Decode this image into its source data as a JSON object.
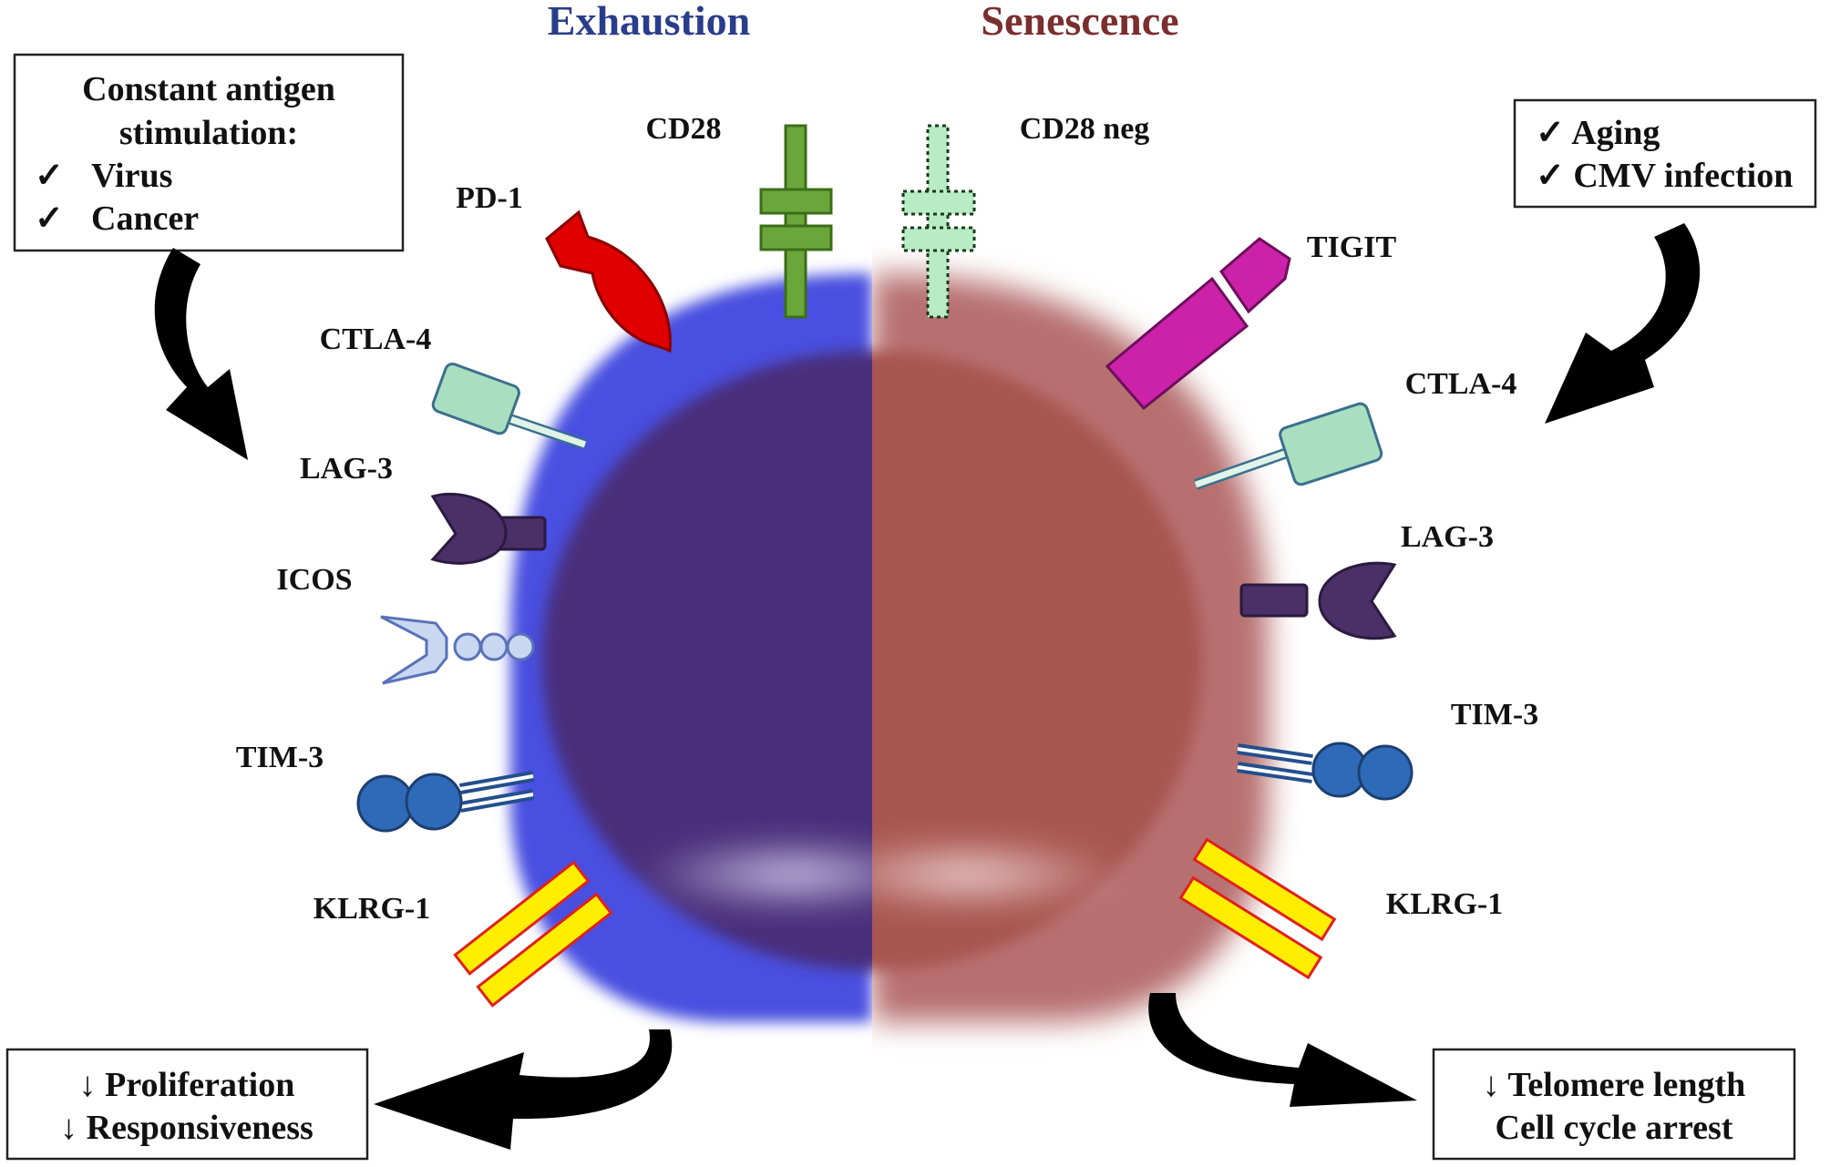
{
  "titles": {
    "left": "Exhaustion",
    "right": "Senescence",
    "left_color": "#2a3d8c",
    "right_color": "#7a2e2e"
  },
  "colors": {
    "exhaustion_outer": "#4a4fe0",
    "exhaustion_nucleus": "#4a2f7a",
    "senescence_outer": "#b77070",
    "senescence_nucleus": "#a8554f"
  },
  "boxes": {
    "cause_left": {
      "line1": "Constant antigen",
      "line2": "stimulation:",
      "check": "✓",
      "item1": "Virus",
      "item2": "Cancer"
    },
    "cause_right": {
      "item1": "✓ Aging",
      "item2": "✓ CMV infection"
    },
    "outcome_left": {
      "line1": "↓ Proliferation",
      "line2": "↓ Responsiveness"
    },
    "outcome_right": {
      "line1": "↓ Telomere length",
      "line2": "Cell cycle arrest"
    }
  },
  "receptors": {
    "left": {
      "cd28": "CD28",
      "pd1": "PD-1",
      "ctla4": "CTLA-4",
      "lag3": "LAG-3",
      "icos": "ICOS",
      "tim3": "TIM-3",
      "klrg1": "KLRG-1"
    },
    "right": {
      "cd28neg": "CD28 neg",
      "tigit": "TIGIT",
      "ctla4": "CTLA-4",
      "lag3": "LAG-3",
      "tim3": "TIM-3",
      "klrg1": "KLRG-1"
    }
  }
}
